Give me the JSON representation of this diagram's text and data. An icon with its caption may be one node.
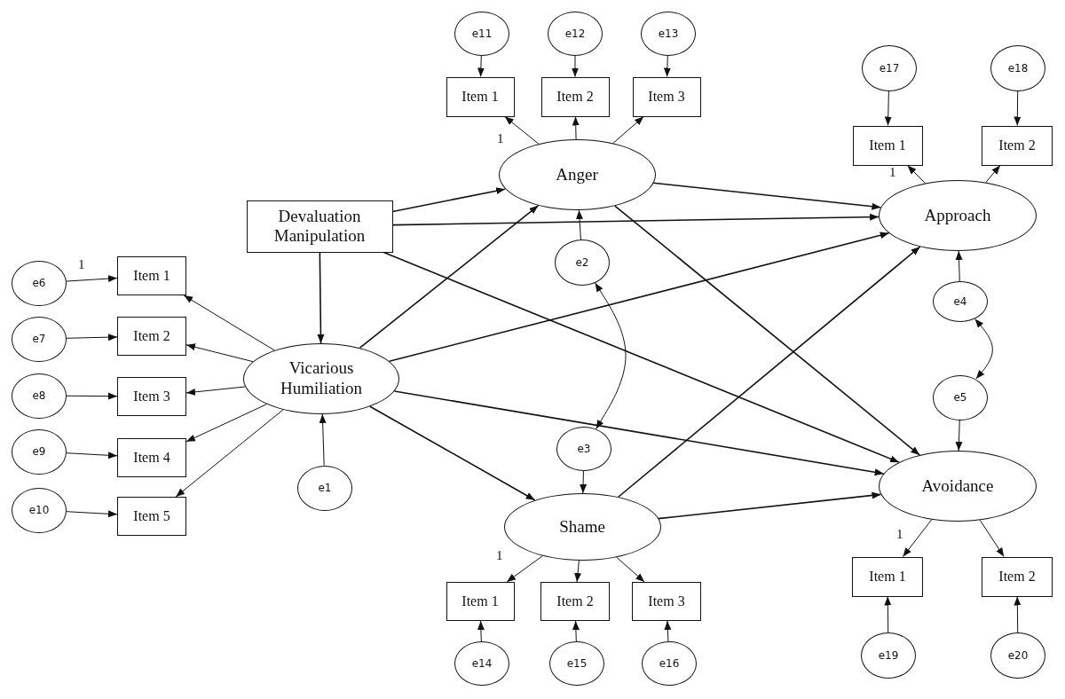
{
  "diagram": {
    "nodes": [
      {
        "text": [
          "e11"
        ]
      },
      {
        "text": [
          "e12"
        ]
      },
      {
        "text": [
          "e13"
        ]
      },
      {
        "text": [
          "e17"
        ]
      },
      {
        "text": [
          "e18"
        ]
      },
      {
        "text": [
          "Item 1"
        ]
      },
      {
        "text": [
          "Item 2"
        ]
      },
      {
        "text": [
          "Item 3"
        ]
      },
      {
        "text": [
          "Item 1"
        ]
      },
      {
        "text": [
          "Item 2"
        ]
      },
      {
        "text": [
          "Anger"
        ]
      },
      {
        "text": [
          "Devaluation Manipulation"
        ]
      },
      {
        "text": [
          "Approach"
        ]
      },
      {
        "text": [
          "e2"
        ]
      },
      {
        "text": [
          "e6"
        ]
      },
      {
        "text": [
          "Item 1"
        ]
      },
      {
        "text": [
          "e4"
        ]
      },
      {
        "text": [
          "e7"
        ]
      },
      {
        "text": [
          "Item 2"
        ]
      },
      {
        "text": [
          "Vicarious Humiliation"
        ]
      },
      {
        "text": [
          "e8"
        ]
      },
      {
        "text": [
          "Item 3"
        ]
      },
      {
        "text": [
          "e5"
        ]
      },
      {
        "text": [
          "e3"
        ]
      },
      {
        "text": [
          "e9"
        ]
      },
      {
        "text": [
          "Item 4"
        ]
      },
      {
        "text": [
          "e1"
        ]
      },
      {
        "text": [
          "Avoidance"
        ]
      },
      {
        "text": [
          "e10"
        ]
      },
      {
        "text": [
          "Item 5"
        ]
      },
      {
        "text": [
          "Shame"
        ]
      },
      {
        "text": [
          "Item 1"
        ]
      },
      {
        "text": [
          "Item 2"
        ]
      },
      {
        "text": [
          "Item 3"
        ]
      },
      {
        "text": [
          "Item 1"
        ]
      },
      {
        "text": [
          "Item 2"
        ]
      },
      {
        "text": [
          "e14"
        ]
      },
      {
        "text": [
          "e15"
        ]
      },
      {
        "text": [
          "e16"
        ]
      },
      {
        "text": [
          "e19"
        ]
      },
      {
        "text": [
          "e20"
        ]
      }
    ],
    "edges": [
      {
        "from": 0,
        "to": 5,
        "arrow": "to"
      },
      {
        "from": 1,
        "to": 6,
        "arrow": "to"
      },
      {
        "from": 2,
        "to": 7,
        "arrow": "to"
      },
      {
        "from": 10,
        "to": 5,
        "arrow": "to",
        "label": "1"
      },
      {
        "from": 10,
        "to": 6,
        "arrow": "to"
      },
      {
        "from": 10,
        "to": 7,
        "arrow": "to"
      },
      {
        "from": 3,
        "to": 8,
        "arrow": "to"
      },
      {
        "from": 4,
        "to": 9,
        "arrow": "to"
      },
      {
        "from": 12,
        "to": 8,
        "arrow": "to",
        "label": "1"
      },
      {
        "from": 12,
        "to": 9,
        "arrow": "to"
      },
      {
        "from": 11,
        "to": 10,
        "arrow": "to"
      },
      {
        "from": 11,
        "to": 12,
        "arrow": "to"
      },
      {
        "from": 11,
        "to": 19,
        "arrow": "to"
      },
      {
        "from": 11,
        "to": 27,
        "arrow": "to"
      },
      {
        "from": 10,
        "to": 12,
        "arrow": "to"
      },
      {
        "from": 10,
        "to": 27,
        "arrow": "to"
      },
      {
        "from": 13,
        "to": 10,
        "arrow": "to"
      },
      {
        "from": 13,
        "to": 23,
        "arrow": "both"
      },
      {
        "from": 14,
        "to": 15,
        "arrow": "to",
        "label": "1"
      },
      {
        "from": 17,
        "to": 18,
        "arrow": "to"
      },
      {
        "from": 20,
        "to": 21,
        "arrow": "to"
      },
      {
        "from": 24,
        "to": 25,
        "arrow": "to"
      },
      {
        "from": 28,
        "to": 29,
        "arrow": "to"
      },
      {
        "from": 19,
        "to": 15,
        "arrow": "to"
      },
      {
        "from": 19,
        "to": 18,
        "arrow": "to"
      },
      {
        "from": 19,
        "to": 21,
        "arrow": "to"
      },
      {
        "from": 19,
        "to": 25,
        "arrow": "to"
      },
      {
        "from": 19,
        "to": 29,
        "arrow": "to"
      },
      {
        "from": 19,
        "to": 10,
        "arrow": "to"
      },
      {
        "from": 19,
        "to": 12,
        "arrow": "to"
      },
      {
        "from": 19,
        "to": 27,
        "arrow": "to"
      },
      {
        "from": 19,
        "to": 30,
        "arrow": "to"
      },
      {
        "from": 26,
        "to": 19,
        "arrow": "to"
      },
      {
        "from": 16,
        "to": 12,
        "arrow": "to"
      },
      {
        "from": 16,
        "to": 22,
        "arrow": "both"
      },
      {
        "from": 22,
        "to": 27,
        "arrow": "to"
      },
      {
        "from": 23,
        "to": 30,
        "arrow": "to"
      },
      {
        "from": 30,
        "to": 12,
        "arrow": "to"
      },
      {
        "from": 30,
        "to": 27,
        "arrow": "to"
      },
      {
        "from": 30,
        "to": 31,
        "arrow": "to",
        "label": "1"
      },
      {
        "from": 30,
        "to": 32,
        "arrow": "to"
      },
      {
        "from": 30,
        "to": 33,
        "arrow": "to"
      },
      {
        "from": 27,
        "to": 34,
        "arrow": "to",
        "label": "1"
      },
      {
        "from": 27,
        "to": 35,
        "arrow": "to"
      },
      {
        "from": 36,
        "to": 31,
        "arrow": "to"
      },
      {
        "from": 37,
        "to": 32,
        "arrow": "to"
      },
      {
        "from": 38,
        "to": 33,
        "arrow": "to"
      },
      {
        "from": 39,
        "to": 34,
        "arrow": "to"
      },
      {
        "from": 40,
        "to": 35,
        "arrow": "to"
      }
    ]
  }
}
